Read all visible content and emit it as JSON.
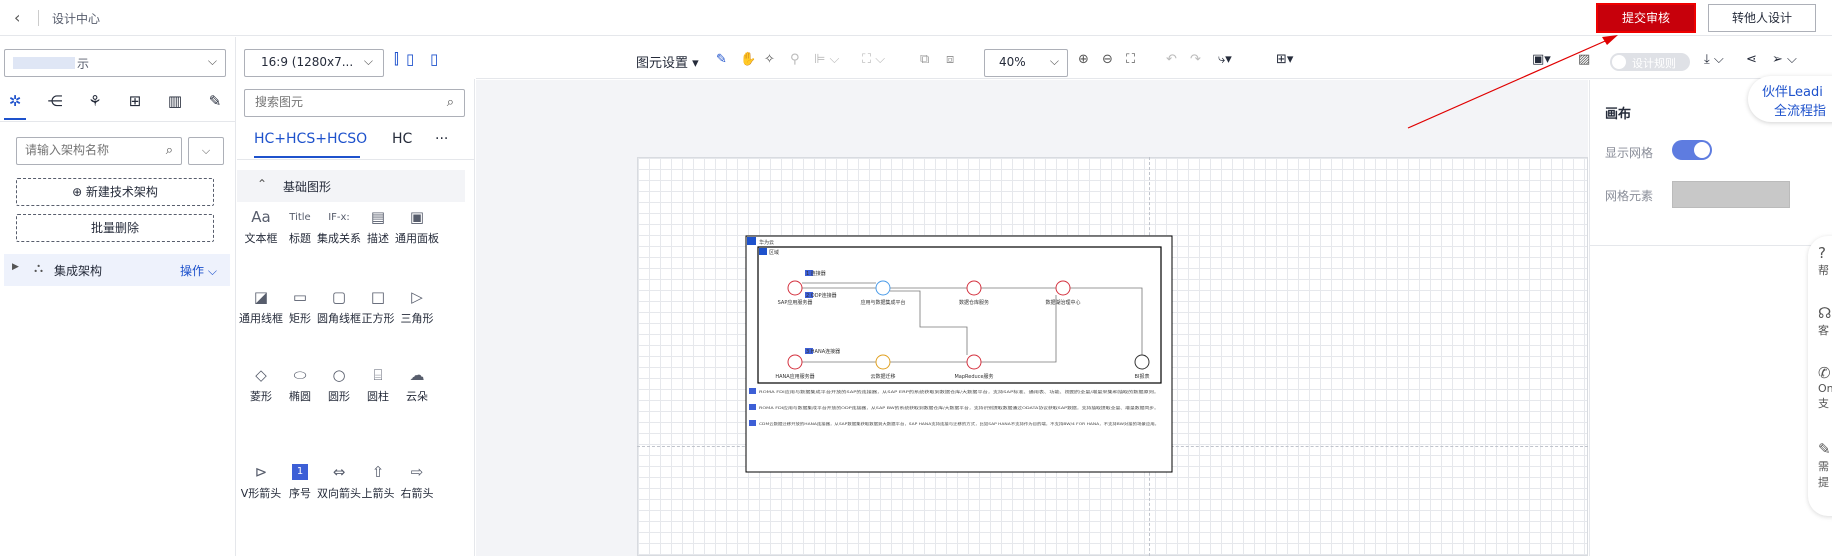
{
  "header": {
    "back_icon": "chevron-left-icon",
    "breadcrumb": "设计中心",
    "submit_label": "提交审核",
    "transfer_label": "转他人设计",
    "annotation_color": "#e00000"
  },
  "left_panel": {
    "region_suffix": "示",
    "tabs": [
      "topology-icon",
      "structure-icon",
      "deploy-icon",
      "flow-icon",
      "book-icon",
      "edit-icon"
    ],
    "search_placeholder": "请输入架构名称",
    "new_button": "⊕ 新建技术架构",
    "batch_delete": "批量删除",
    "tree": {
      "label": "集成架构",
      "action": "操作"
    }
  },
  "shape_panel": {
    "ratio_select": "16:9 (1280x7...",
    "search_placeholder": "搜索图元",
    "tabs": [
      "HC+HCS+HCSO",
      "HC",
      "···"
    ],
    "section": "基础图形",
    "shapes": [
      {
        "glyph": "Aa",
        "label": "文本框"
      },
      {
        "glyph": "Title",
        "label": "标题"
      },
      {
        "glyph": "IF-x:",
        "label": "集成关系"
      },
      {
        "glyph": "▤",
        "label": "描述"
      },
      {
        "glyph": "▣",
        "label": "通用面板"
      },
      {
        "glyph": "◪",
        "label": "通用线框"
      },
      {
        "glyph": "▭",
        "label": "矩形"
      },
      {
        "glyph": "▢",
        "label": "圆角线框"
      },
      {
        "glyph": "□",
        "label": "正方形"
      },
      {
        "glyph": "▷",
        "label": "三角形"
      },
      {
        "glyph": "◇",
        "label": "菱形"
      },
      {
        "glyph": "⬭",
        "label": "椭圆"
      },
      {
        "glyph": "○",
        "label": "圆形"
      },
      {
        "glyph": "⌸",
        "label": "圆柱"
      },
      {
        "glyph": "☁",
        "label": "云朵"
      },
      {
        "glyph": "⊳",
        "label": "V形箭头"
      },
      {
        "glyph": "1",
        "label": "序号"
      },
      {
        "glyph": "⇔",
        "label": "双向箭头"
      },
      {
        "glyph": "⇧",
        "label": "上箭头"
      },
      {
        "glyph": "⇨",
        "label": "右箭头"
      }
    ]
  },
  "toolbar": {
    "element_settings": "图元设置",
    "zoom": "40%",
    "design_rule": "设计规则"
  },
  "properties": {
    "title": "画布",
    "show_grid": "显示网格",
    "grid_element": "网格元素",
    "grid_on": true,
    "grid_color": "#c8c8c8"
  },
  "float": {
    "partner_line1": "伙伴Leadi",
    "partner_line2": "全流程指",
    "items": [
      "帮",
      "客",
      "On",
      "支",
      "需",
      "提"
    ]
  },
  "diagram": {
    "region": "华为云",
    "zone": "区域",
    "nodes": [
      {
        "label": "SAP应用服务器"
      },
      {
        "label": "应用与数据集成平台"
      },
      {
        "label": "数据仓库服务"
      },
      {
        "label": "数据湖治理中心"
      },
      {
        "label": "HANA应用服务器"
      },
      {
        "label": "云数据迁移"
      },
      {
        "label": "MapReduce服务"
      },
      {
        "label": "BI报表"
      }
    ],
    "connectors": [
      "1 连接器",
      "2 ODP连接器",
      "3 HANA连接器"
    ],
    "notes": [
      "ROMA FDI应用与数据集成平台开放的SAP的连接器，从SAP ERP的系统获取到数据仓库/大数据平台，支持SAP标准、通用表、功能、视图的全量/增量采集和抽取的数据原则。",
      "ROMA FDI应用与数据集成平台开放的ODP连接器，从SAP BW的系统获取到数据仓库/大数据平台，支持识别提取数据通过ODATA协议获取SAP数据，支持抽取提取全量、增量数据同步。",
      "CDM云数据迁移开放的HANA连接器，从SAP数据集获取数据到大数据平台，SAP HANA支持连接与迁移的方式，比如SAP HANA不支持作为目的端，不支持BW/4 FOR HANA，不支持BW对接的场景应用。"
    ]
  }
}
